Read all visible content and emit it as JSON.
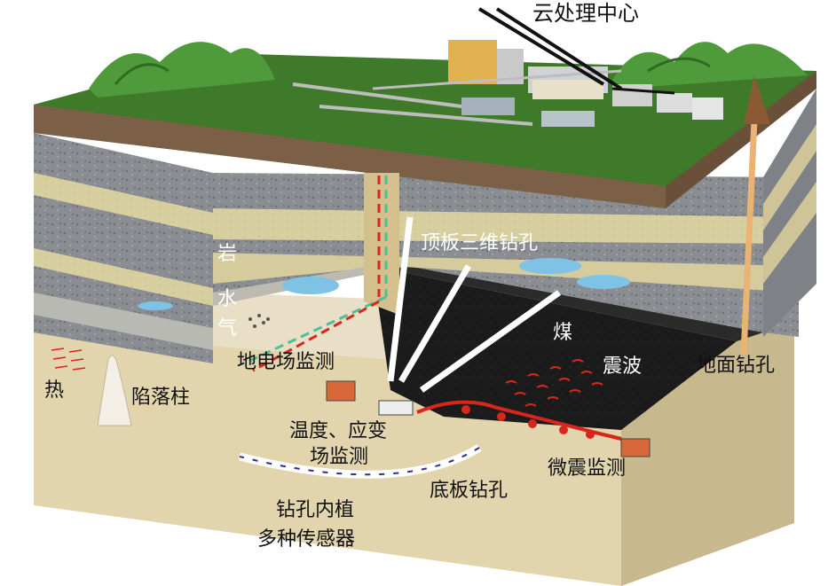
{
  "labels": {
    "cloud_center": "云处理中心",
    "rock": "岩",
    "water": "水",
    "gas": "气",
    "heat": "热",
    "collapse_column": "陷落柱",
    "geoelectric_monitoring": "地电场监测",
    "roof_3d_borehole": "顶板三维钻孔",
    "coal": "煤",
    "seismic_wave": "震波",
    "surface_borehole": "地面钻孔",
    "temp_strain_line1": "温度、应变",
    "temp_strain_line2": "场监测",
    "microseismic_monitoring": "微震监测",
    "floor_borehole": "底板钻孔",
    "embedded_sensors_line1": "钻孔内植",
    "embedded_sensors_line2": "多种传感器"
  },
  "colors": {
    "surface_green": "#3f7a2a",
    "mountain_green": "#4f9a3a",
    "soil_brown": "#7b5f46",
    "gray_rock": "#8a8e92",
    "sandstone": "#d8cfa0",
    "coal_seam": "#1b1b1b",
    "floor_sand": "#dccfa8",
    "shaft": "#d4c08c",
    "monitor_red": "#d8261c",
    "monitor_green": "#4fbf9a",
    "water": "#7ec3e6"
  }
}
